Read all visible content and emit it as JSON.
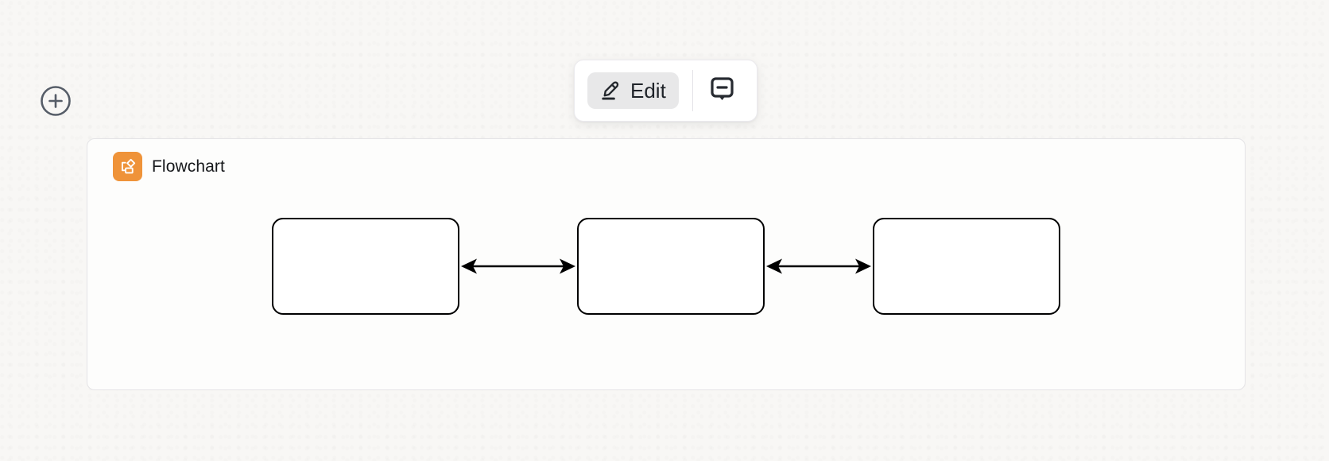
{
  "page": {
    "background": "#f8f7f5"
  },
  "add_block_button": {
    "icon": "plus-circle-icon",
    "color": "#565d68"
  },
  "toolbar": {
    "edit": {
      "label": "Edit",
      "icon": "pencil-icon"
    },
    "comment": {
      "icon": "comment-icon"
    }
  },
  "block": {
    "header": {
      "icon": "flowchart-icon",
      "icon_bg": "#ef9339",
      "label": "Flowchart"
    },
    "diagram": {
      "nodes": [
        {
          "label": ""
        },
        {
          "label": ""
        },
        {
          "label": ""
        }
      ],
      "connections": [
        {
          "from": 0,
          "to": 1,
          "style": "double-headed-arrow"
        },
        {
          "from": 1,
          "to": 2,
          "style": "double-headed-arrow"
        }
      ],
      "node_fill": "#ffffff",
      "node_border": "#000000",
      "arrow_color": "#000000"
    }
  }
}
